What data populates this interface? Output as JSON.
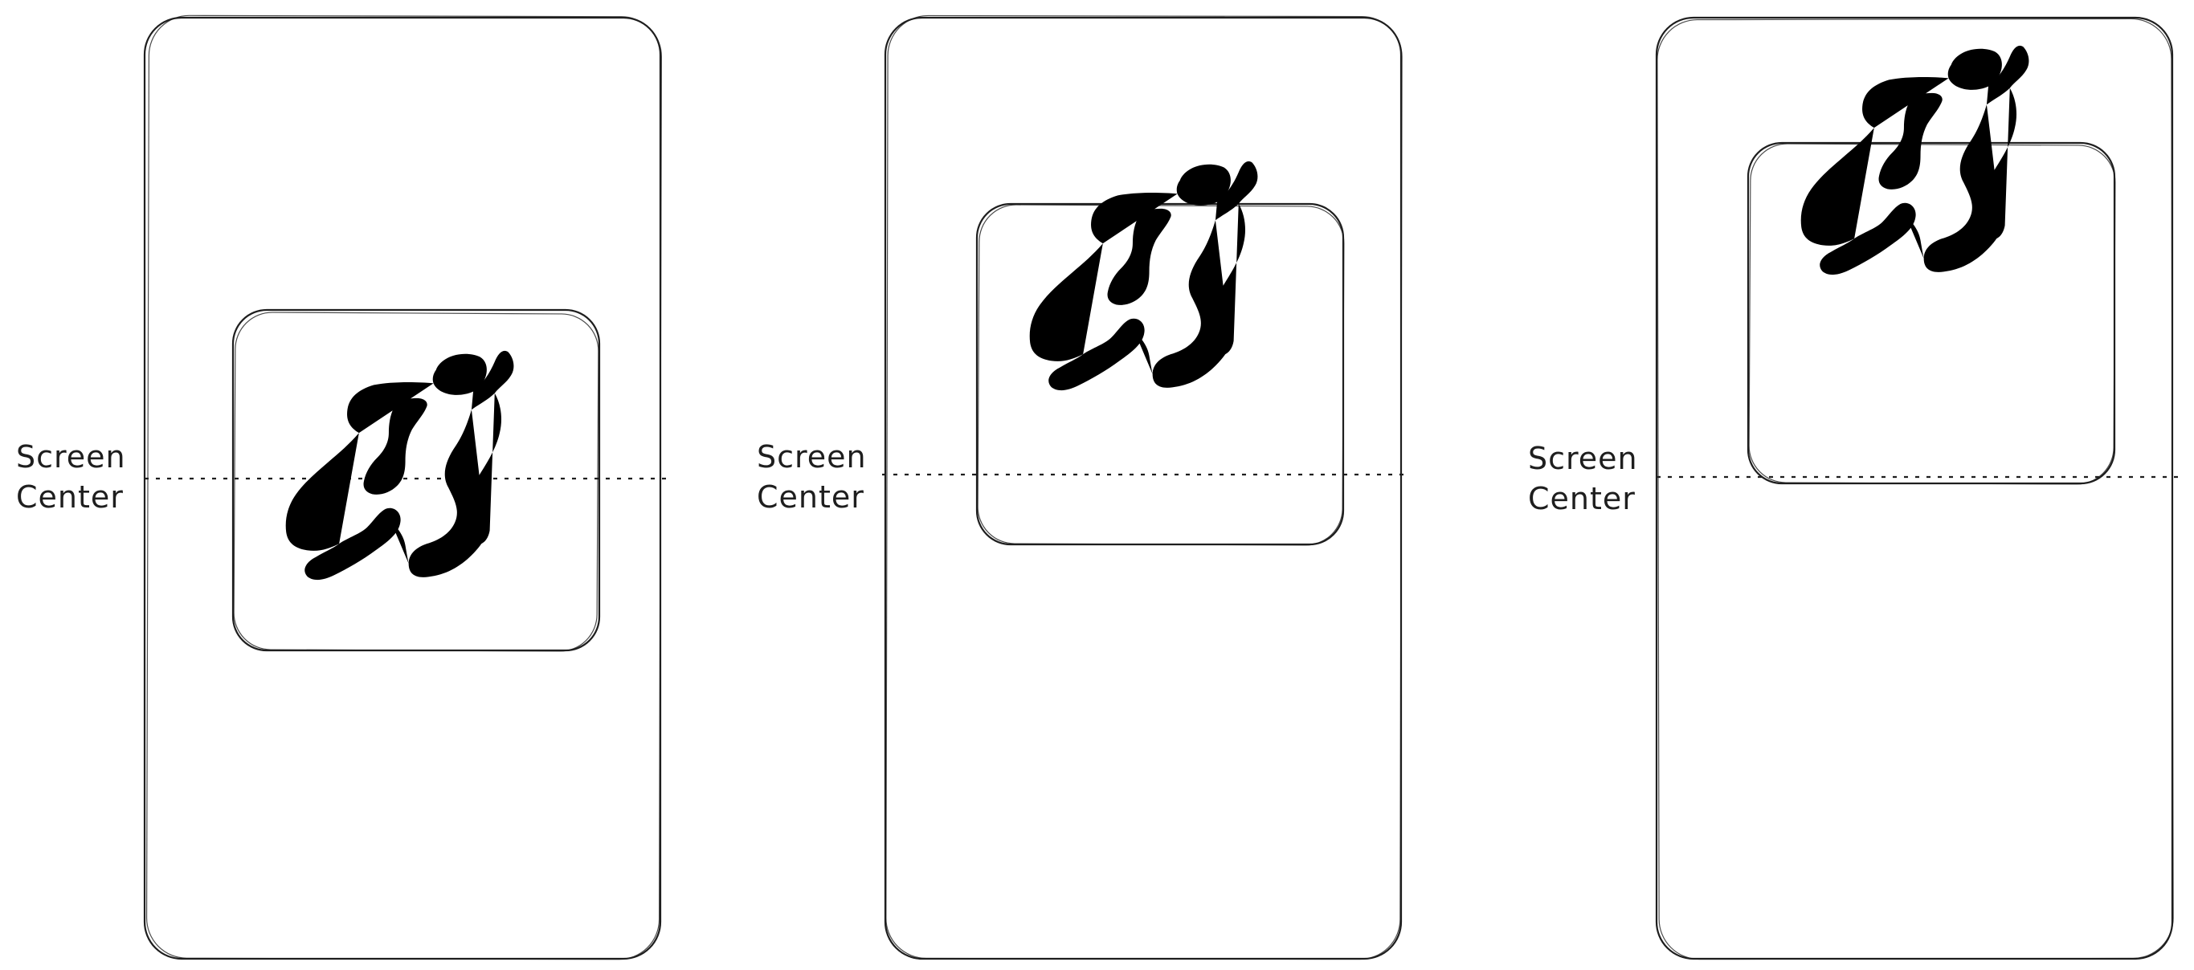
{
  "panels": [
    {
      "label_line1": "Screen",
      "label_line2": "Center",
      "state": "image centered on screen center"
    },
    {
      "label_line1": "Screen",
      "label_line2": "Center",
      "state": "image moved upward"
    },
    {
      "label_line1": "Screen",
      "label_line2": "Center",
      "state": "image moved further upward"
    }
  ],
  "icons": {
    "figure": "flying-superhero-icon"
  },
  "colors": {
    "stroke": "#1e1e1e",
    "background": "#ffffff"
  }
}
